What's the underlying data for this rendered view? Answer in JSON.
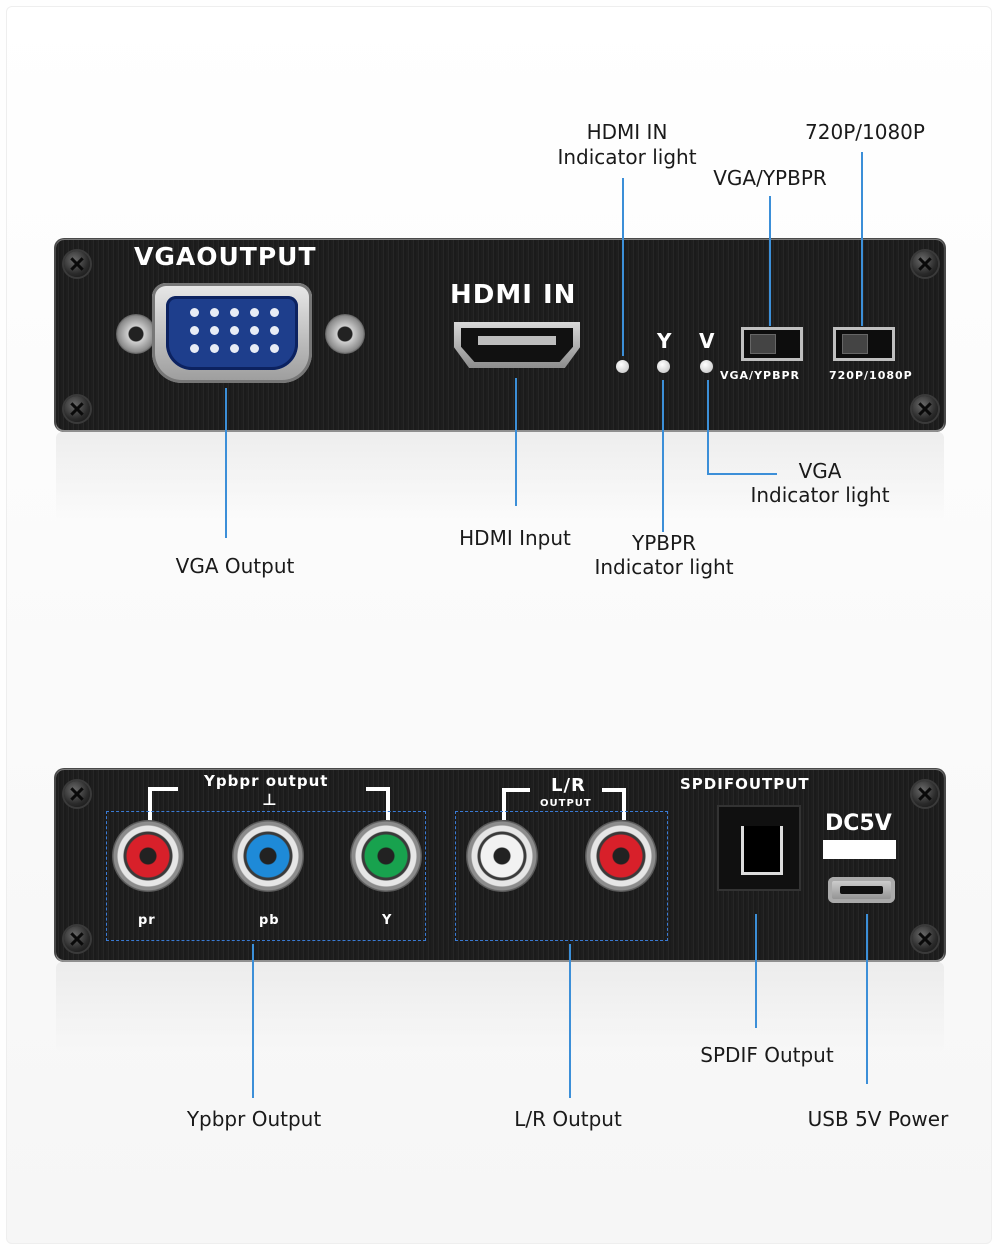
{
  "front_panel": {
    "vga_title": "VGAOUTPUT",
    "hdmi_title": "HDMI IN",
    "led_y": "Y",
    "led_v": "V",
    "switch1_label": "VGA/YPBPR",
    "switch2_label": "720P/1080P"
  },
  "back_panel": {
    "ypbpr_title": "Ypbpr output",
    "ypbpr_mark": "⊥",
    "lr_title": "L/R",
    "lr_sub": "OUTPUT",
    "spdif_title": "SPDIFOUTPUT",
    "dc_label": "DC5V",
    "jack_pr": "pr",
    "jack_pb": "pb",
    "jack_y": "Y",
    "jack_colors": {
      "pr": "#d8202a",
      "pb": "#1e8ad8",
      "y": "#18a24e",
      "l": "#f2f2f2",
      "r": "#d8202a"
    }
  },
  "callouts": {
    "hdmi_in_indicator": [
      "HDMI IN",
      "Indicator light"
    ],
    "res_switch": "720P/1080P",
    "mode_switch": "VGA/YPBPR",
    "vga_output": "VGA Output",
    "hdmi_input": "HDMI Input",
    "ypbpr_indicator": [
      "YPBPR",
      "Indicator light"
    ],
    "vga_indicator": [
      "VGA",
      "Indicator light"
    ],
    "ypbpr_output": "Ypbpr Output",
    "lr_output": "L/R Output",
    "spdif_output": "SPDIF Output",
    "usb_power": "USB 5V Power"
  },
  "colors": {
    "callout_line": "#3c8fd8",
    "panel": "#1e1e1e",
    "label_text": "#1a1a1a"
  }
}
